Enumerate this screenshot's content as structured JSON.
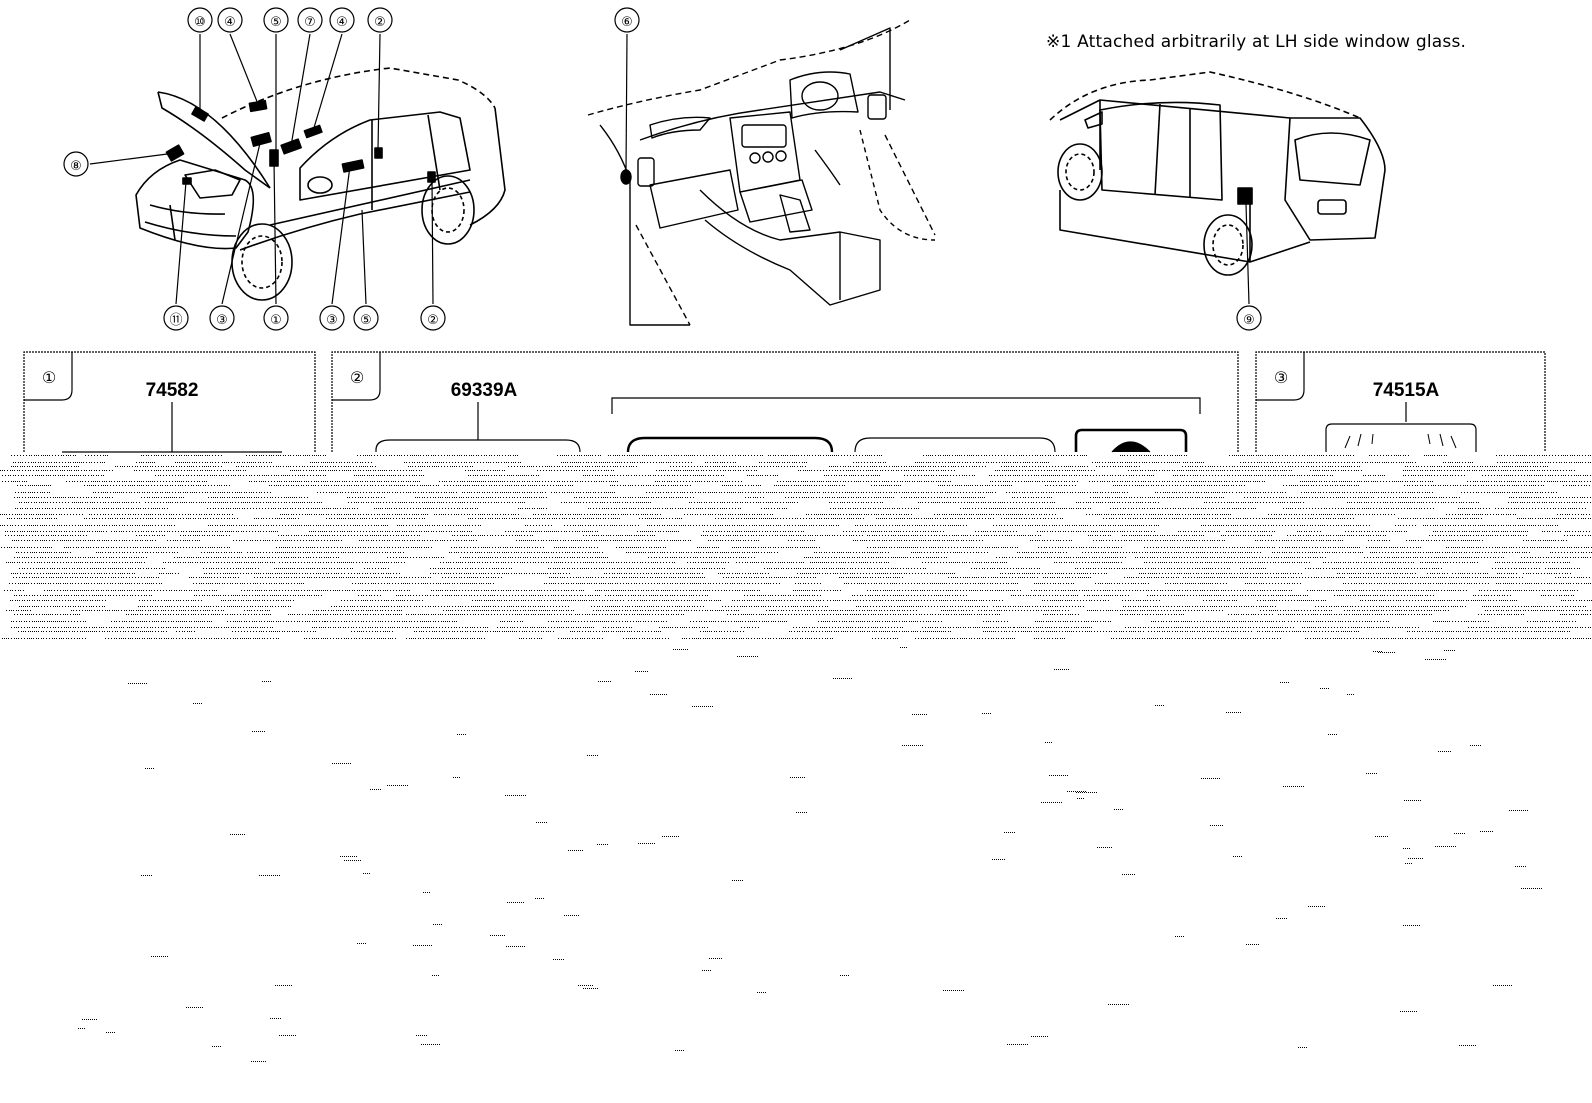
{
  "note": "※1  Attached arbitrarily at LH side window glass.",
  "callouts": {
    "c1": "①",
    "c2": "②",
    "c3": "③",
    "c4": "④",
    "c5": "⑤",
    "c6": "⑥",
    "c7": "⑦",
    "c8": "⑧",
    "c9": "⑨",
    "c10": "⑩",
    "c11": "⑪"
  },
  "panels": [
    {
      "index": "①",
      "part_number": "74582"
    },
    {
      "index": "②",
      "part_number": "69339A"
    },
    {
      "index": "③",
      "part_number": "74515A"
    }
  ]
}
